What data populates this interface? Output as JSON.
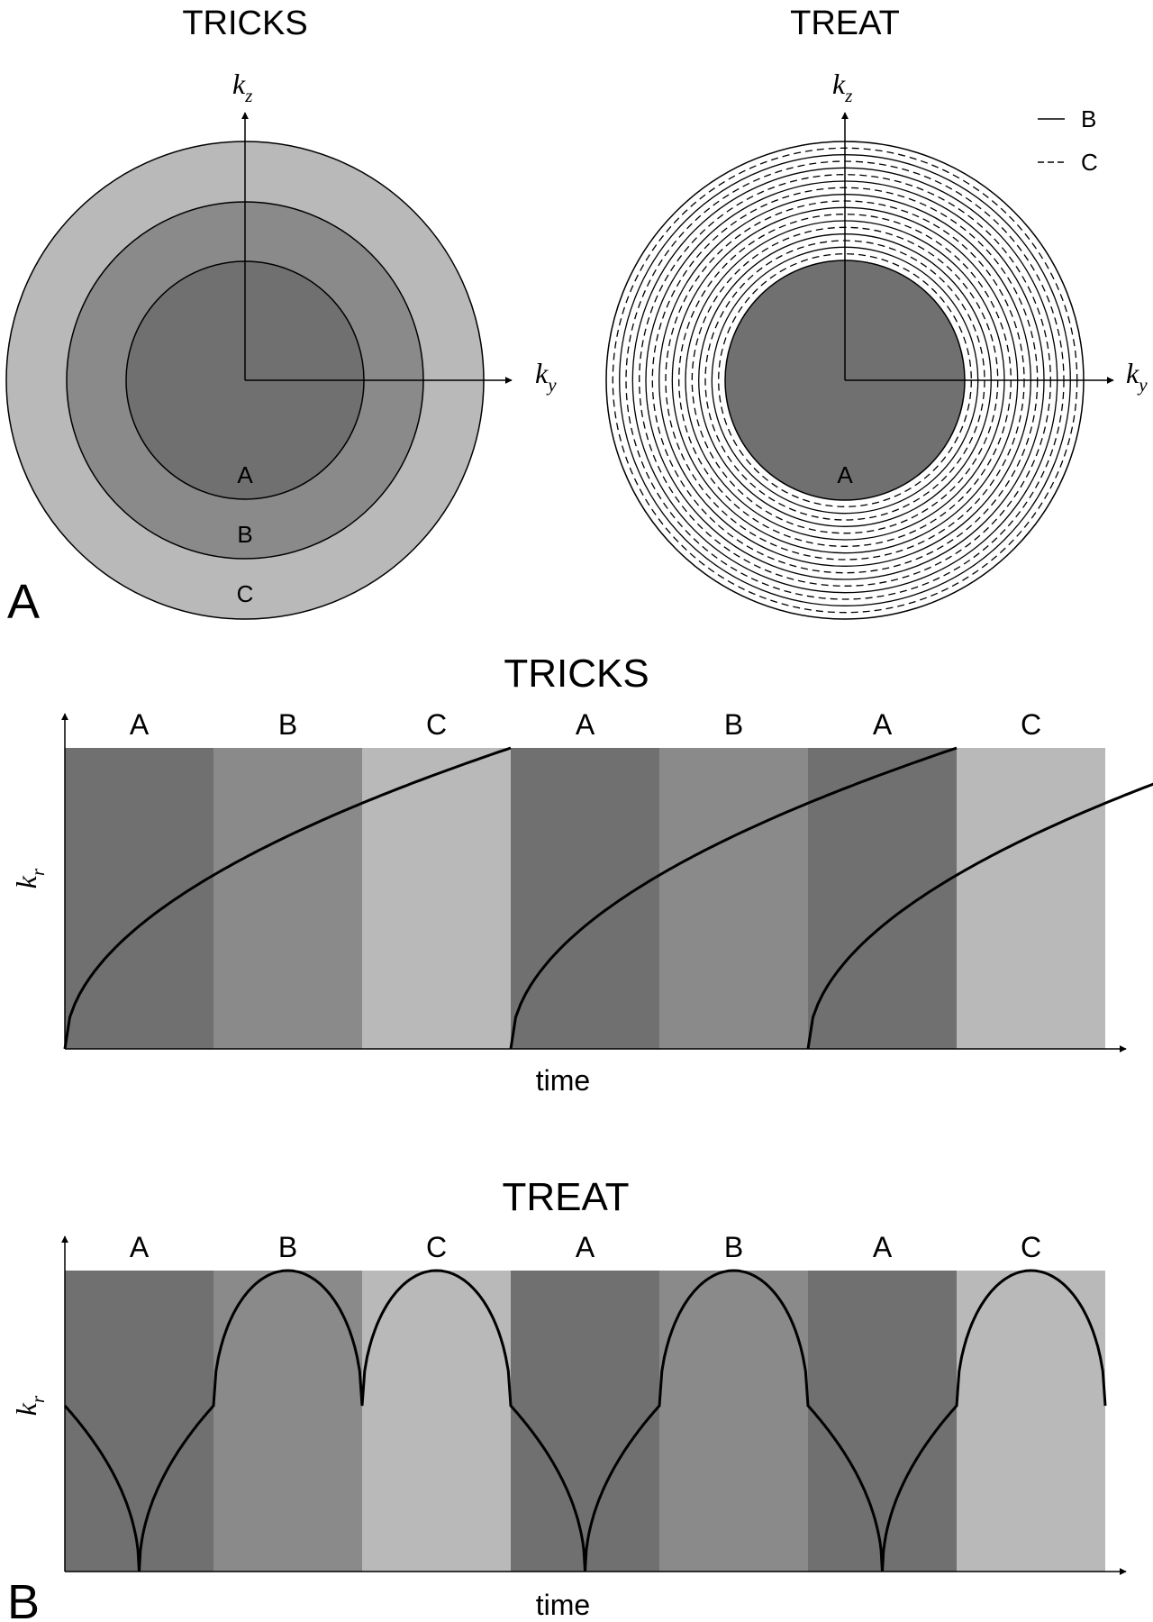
{
  "panel_a": {
    "label": "A",
    "tricks": {
      "title": "TRICKS",
      "axis_kz": "k",
      "axis_kz_sub": "z",
      "axis_ky": "k",
      "axis_ky_sub": "y",
      "regions": [
        {
          "label": "A",
          "fill": "#707070"
        },
        {
          "label": "B",
          "fill": "#8a8a8a"
        },
        {
          "label": "C",
          "fill": "#b9b9b9"
        }
      ]
    },
    "treat": {
      "title": "TREAT",
      "axis_kz": "k",
      "axis_kz_sub": "z",
      "axis_ky": "k",
      "axis_ky_sub": "y",
      "center_label": "A",
      "center_fill": "#707070",
      "legend": [
        {
          "label": "B",
          "style": "solid"
        },
        {
          "label": "C",
          "style": "dashed"
        }
      ]
    }
  },
  "panel_b": {
    "label": "B",
    "tricks": {
      "title": "TRICKS",
      "ylabel": "k",
      "ylabel_sub": "r",
      "xlabel": "time",
      "segments": [
        "A",
        "B",
        "C",
        "A",
        "B",
        "A",
        "C"
      ]
    },
    "treat": {
      "title": "TREAT",
      "ylabel": "k",
      "ylabel_sub": "r",
      "xlabel": "time",
      "segments": [
        "A",
        "B",
        "C",
        "A",
        "B",
        "A",
        "C"
      ]
    },
    "segment_colors": {
      "A": "#707070",
      "B": "#8a8a8a",
      "C": "#b9b9b9"
    }
  }
}
